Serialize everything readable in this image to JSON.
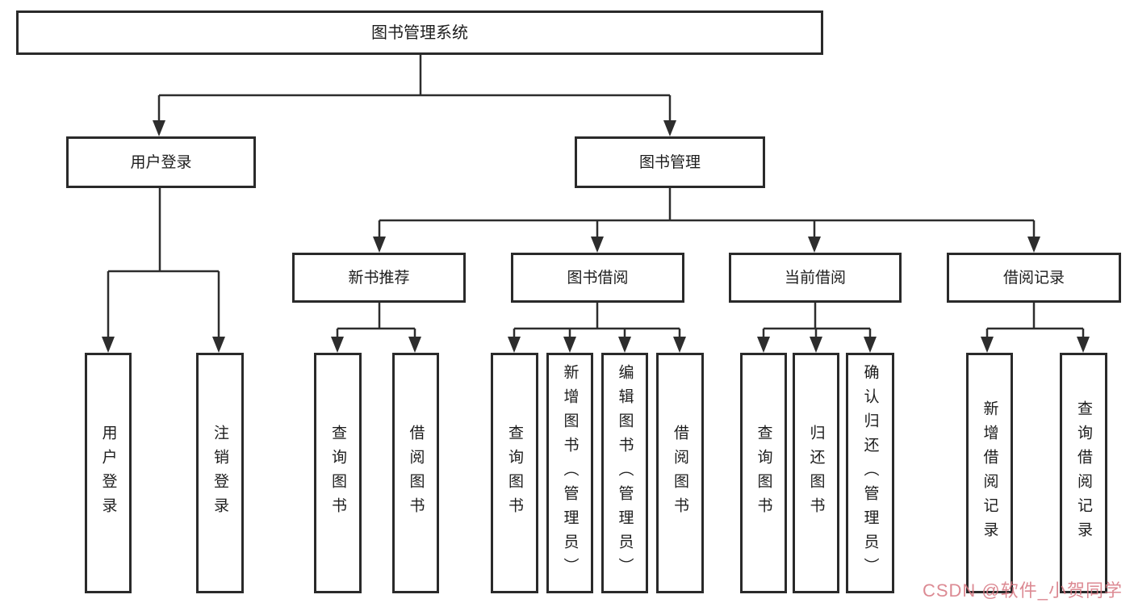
{
  "diagram": {
    "root": "图书管理系统",
    "user_login": {
      "label": "用户登录",
      "children": [
        "用户登录",
        "注销登录"
      ]
    },
    "book_mgmt": {
      "label": "图书管理",
      "recommend": {
        "label": "新书推荐",
        "children": [
          "查询图书",
          "借阅图书"
        ]
      },
      "borrow": {
        "label": "图书借阅",
        "children": [
          "查询图书",
          "新增图书（管理员）",
          "编辑图书（管理员）",
          "借阅图书"
        ]
      },
      "current": {
        "label": "当前借阅",
        "children": [
          "查询图书",
          "归还图书",
          "确认归还（管理员）"
        ]
      },
      "records": {
        "label": "借阅记录",
        "children": [
          "新增借阅记录",
          "查询借阅记录"
        ]
      }
    }
  },
  "watermark": "CSDN @软件_小贺同学",
  "colors": {
    "line": "#2d2d2d",
    "box_border": "#2a2a2a",
    "box_fill": "#ffffff",
    "text": "#1d1d1d",
    "watermark": "#d67680",
    "background": "#ffffff"
  }
}
